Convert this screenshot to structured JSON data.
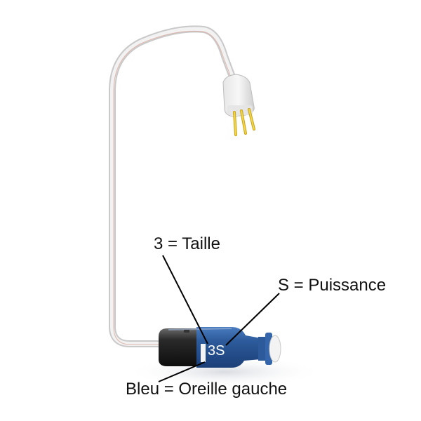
{
  "image": {
    "subject": "hearing aid receiver with wire and connector",
    "background_color": "#ffffff"
  },
  "product": {
    "code_label": "3S",
    "receiver_color": "#2c5a9a",
    "receiver_dark_color": "#1a1a1a",
    "wire_color": "#d8d8d8",
    "pin_color": "#e0c020"
  },
  "annotations": [
    {
      "id": "size",
      "text": "3 = Taille"
    },
    {
      "id": "power",
      "text": "S = Puissance"
    },
    {
      "id": "ear",
      "text": "Bleu = Oreille gauche"
    }
  ]
}
